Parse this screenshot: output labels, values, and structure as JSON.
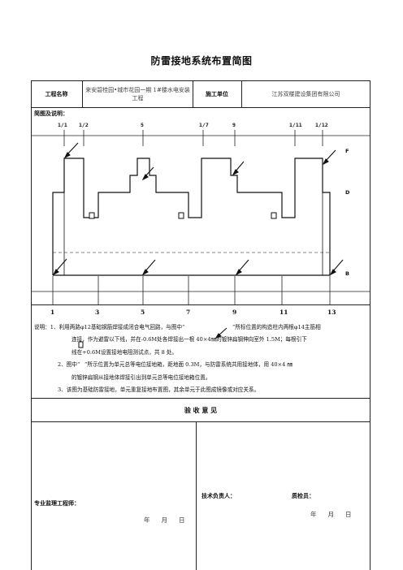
{
  "title": "防雷接地系统布置简图",
  "header": {
    "project_label": "工程名称",
    "project_name": "来安碧桂园•城市花园一期 1#楼水电安装工程",
    "contractor_label": "施工单位",
    "contractor_name": "江苏双楼建设集团有限公司"
  },
  "diagram": {
    "section_label": "简图及说明：",
    "top_axes": [
      "1/1",
      "1/2",
      "5",
      "1/7",
      "9",
      "1/11",
      "1/12"
    ],
    "bottom_axes": [
      "1",
      "3",
      "5",
      "7",
      "9",
      "11",
      "13"
    ],
    "side_labels": [
      "F",
      "D",
      "B"
    ]
  },
  "notes": {
    "line1": "说明：1、利用两路φ12基础钢筋焊接成闭合电气回路，与图中“",
    "line1_tail": "”所标位置的构造柱内两根φ14主筋相",
    "line2": "连接，作为避雷以下线，并在-0.6M处各焊接出一根 40×4㎜的镀锌扁钢伸向室外 1.5M；每根引下",
    "line3": "线在+0.6M设置接地电阻测试点，共 8 处。",
    "line4_a": "2、图中“",
    "line4_b": "”所示位置为单元总等电位接地箱，距地面 0.3M，与防雷系统共用接地体，用 40×4 ㎜",
    "line5": "的镀锌扁钢从接地体焊接引出到单元总等电位接地箱位置。",
    "line6": "3、该图为基础防雷接地，单元重复接地布置图，其余单元于此图成镜像或对应关系。"
  },
  "acceptance": {
    "heading": "验 收 意 见",
    "supervisor_label": "专业监理工程师：",
    "tech_lead_label": "技术负责人：",
    "inspector_label": "质检员：",
    "date_left": "年月日",
    "date_right": "年月日"
  }
}
